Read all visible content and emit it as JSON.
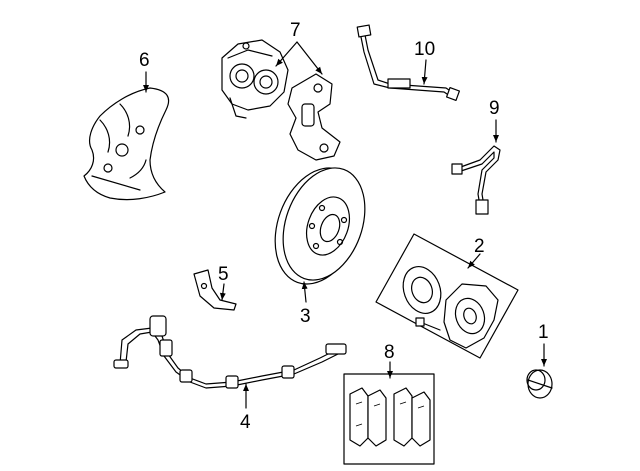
{
  "diagram": {
    "title": "Front brake assembly exploded view",
    "callouts": {
      "c1": "1",
      "c2": "2",
      "c3": "3",
      "c4": "4",
      "c5": "5",
      "c6": "6",
      "c7": "7",
      "c8": "8",
      "c9": "9",
      "c10": "10"
    }
  }
}
